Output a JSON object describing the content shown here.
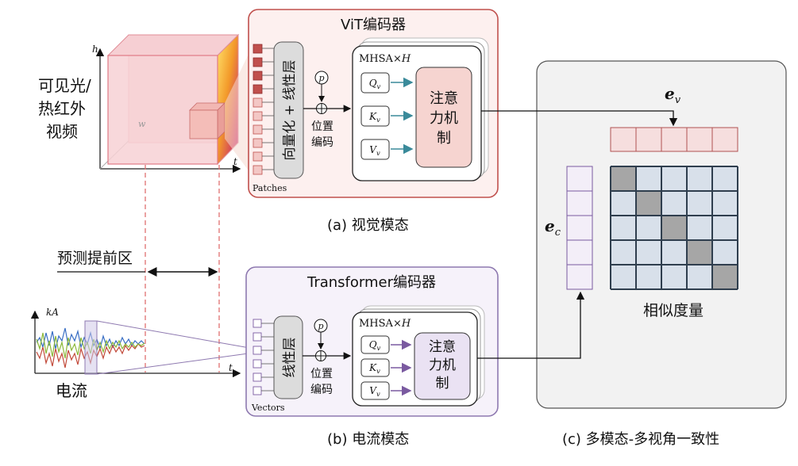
{
  "video": {
    "label_line1": "可见光/",
    "label_line2": "热红外",
    "label_line3": "视频",
    "axis_h": "h",
    "axis_w": "w",
    "axis_t": "t"
  },
  "vit": {
    "title": "ViT编码器",
    "linear_label": "向量化 + 线性层",
    "p_symbol": "p",
    "pos_line1": "位置",
    "pos_line2": "编码",
    "mhsa_label": "MHSA×H",
    "q_label": "Qv",
    "k_label": "Kv",
    "v_label": "Vv",
    "attn_line1": "注意",
    "attn_line2": "力机",
    "attn_line3": "制",
    "patches_label": "Patches",
    "caption": "(a)  视觉模态"
  },
  "prediction": {
    "label": "预测提前区"
  },
  "current": {
    "axis_ka": "kA",
    "axis_t": "t",
    "label": "电流"
  },
  "transformer": {
    "title": "Transformer编码器",
    "linear_label": "线性层",
    "p_symbol": "p",
    "pos_line1": "位置",
    "pos_line2": "编码",
    "mhsa_label": "MHSA×H",
    "q_label": "Qv",
    "k_label": "Kv",
    "v_label": "Vv",
    "attn_line1": "注意",
    "attn_line2": "力机",
    "attn_line3": "制",
    "vectors_label": "Vectors",
    "caption": "(b)  电流模态"
  },
  "consistency": {
    "ev_label": "ev",
    "ec_label": "ec",
    "similarity_label": "相似度量",
    "caption": "(c)  多模态-多视角一致性"
  },
  "colors": {
    "vit_border": "#c0504d",
    "vit_fill": "#fdf0ef",
    "trans_border": "#8e79b0",
    "trans_fill": "#f6f2fa",
    "panel_c_fill": "#f2f2f2",
    "grid_fill": "#d8e0ea",
    "grid_diag": "#a6a6a6",
    "teal_arrow": "#3a8a9a",
    "purple_arrow": "#7a5aa0",
    "dashed_red": "#e07070"
  }
}
